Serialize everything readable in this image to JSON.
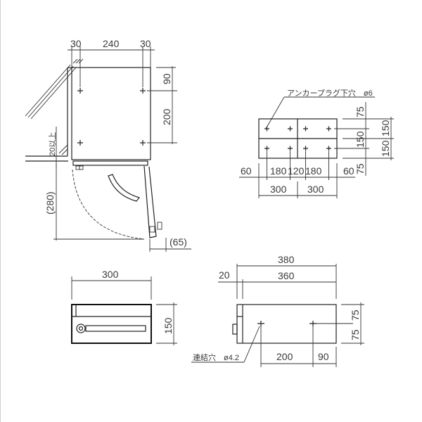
{
  "top_view": {
    "dims_top": [
      "30",
      "240",
      "30"
    ],
    "dims_right": [
      "90",
      "200"
    ],
    "clearance_label": "20以上",
    "door_swing_depth": "(280)",
    "door_swing_offset": "(65)"
  },
  "anchor_layout": {
    "callout": "アンカープラグ下穴　ø6",
    "dims_right_inner": [
      "75",
      "150",
      "75"
    ],
    "dims_right_outer": [
      "150",
      "150"
    ],
    "dims_bottom_row1": [
      "60",
      "180",
      "120",
      "180",
      "60"
    ],
    "dims_bottom_row2": [
      "300",
      "300"
    ]
  },
  "front_view": {
    "width": "300",
    "height": "150"
  },
  "side_view": {
    "overall_depth": "380",
    "flange": "20",
    "body_depth": "360",
    "dims_right": [
      "75",
      "75"
    ],
    "dims_bottom": [
      "200",
      "90"
    ],
    "callout": "連結穴　ø4.2"
  }
}
